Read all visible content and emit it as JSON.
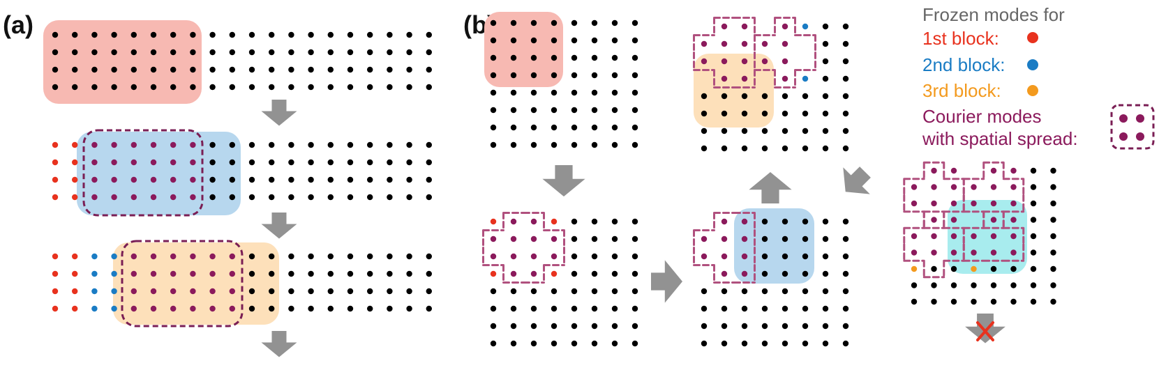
{
  "panels": {
    "a_label": "(a)",
    "b_label": "(b)"
  },
  "legend": {
    "title": "Frozen modes for",
    "items": [
      {
        "label": "1st block:",
        "color": "#e8321e"
      },
      {
        "label": "2nd block:",
        "color": "#1a7cc4"
      },
      {
        "label": "3rd block:",
        "color": "#f39a1e"
      }
    ],
    "courier_line1": "Courier modes",
    "courier_line2": "with spatial spread:"
  },
  "colors": {
    "black_mode": "#000000",
    "courier_mode": "#8b1a5c",
    "block1_fill": "#f7b9b2",
    "block2_fill": "#b7d7ee",
    "block3_fill": "#fde0ba",
    "block4_fill": "#a8ecee",
    "arrow": "#929292",
    "courier_outline": "#7a1e54",
    "cross": "#e8321e",
    "legend_title": "#666666"
  }
}
